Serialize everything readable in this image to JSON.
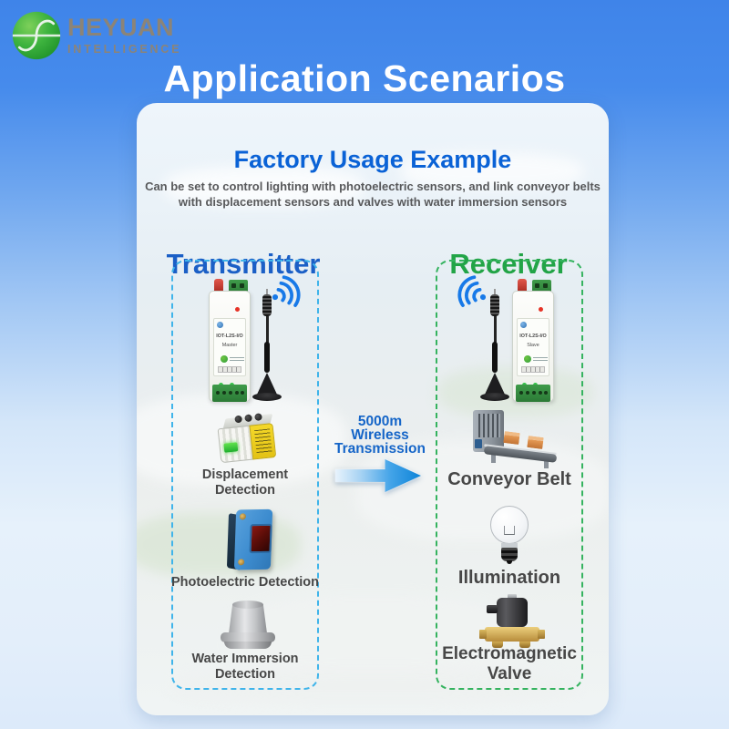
{
  "logo": {
    "name": "HEYUAN",
    "subtitle": "INTELLIGENCE"
  },
  "header": {
    "title": "Application Scenarios"
  },
  "card": {
    "title": "Factory Usage Example",
    "description": {
      "line1": "Can be set to control lighting with photoelectric sensors, and link conveyor belts",
      "line2": "with displacement sensors and valves with water immersion sensors"
    },
    "transmitter": {
      "heading": "Transmitter",
      "device": {
        "model": "IOT-L2S-I/O",
        "role": "Master"
      },
      "items": [
        {
          "line1": "Displacement",
          "line2": "Detection"
        },
        {
          "line1": "Photoelectric Detection",
          "line2": ""
        },
        {
          "line1": "Water Immersion",
          "line2": "Detection"
        }
      ]
    },
    "receiver": {
      "heading": "Receiver",
      "device": {
        "model": "IOT-L2S-I/O",
        "role": "Slave"
      },
      "items": [
        {
          "line1": "Conveyor Belt",
          "line2": ""
        },
        {
          "line1": "Illumination",
          "line2": ""
        },
        {
          "line1": "Electromagnetic",
          "line2": "Valve"
        }
      ]
    },
    "link": {
      "line1": "5000m",
      "line2": "Wireless",
      "line3": "Transmission"
    }
  },
  "colors": {
    "header_blue": "#3f84e9",
    "card_title_blue": "#0a62d6",
    "transmitter_blue": "#1b5fc6",
    "receiver_green": "#22a447",
    "dashed_blue": "#3fb4ea",
    "dashed_green": "#35b35f",
    "wifi_blue": "#1779e8",
    "label_gray": "#474747",
    "logo_gray": "#8b8478"
  }
}
